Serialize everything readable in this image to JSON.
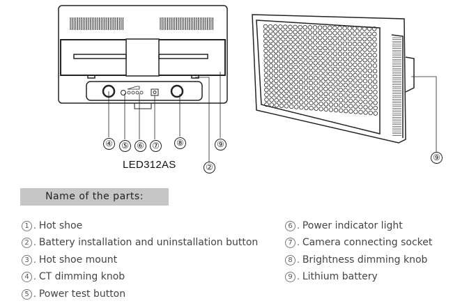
{
  "diagram": {
    "model_label": "LED312AS",
    "callouts": [
      "④",
      "⑤",
      "⑥",
      "⑦",
      "⑧",
      "⑨",
      "②",
      "⑨"
    ]
  },
  "section_header": "Name of the parts:",
  "parts_left": [
    {
      "num": "1",
      "label": "Hot shoe"
    },
    {
      "num": "2",
      "label": "Battery installation and uninstallation button"
    },
    {
      "num": "3",
      "label": "Hot shoe mount"
    },
    {
      "num": "4",
      "label": "CT dimming knob"
    },
    {
      "num": "5",
      "label": "Power test button"
    }
  ],
  "parts_right": [
    {
      "num": "6",
      "label": "Power indicator light"
    },
    {
      "num": "7",
      "label": "Camera connecting socket"
    },
    {
      "num": "8",
      "label": "Brightness dimming knob"
    },
    {
      "num": "9",
      "label": "Lithium battery"
    }
  ]
}
